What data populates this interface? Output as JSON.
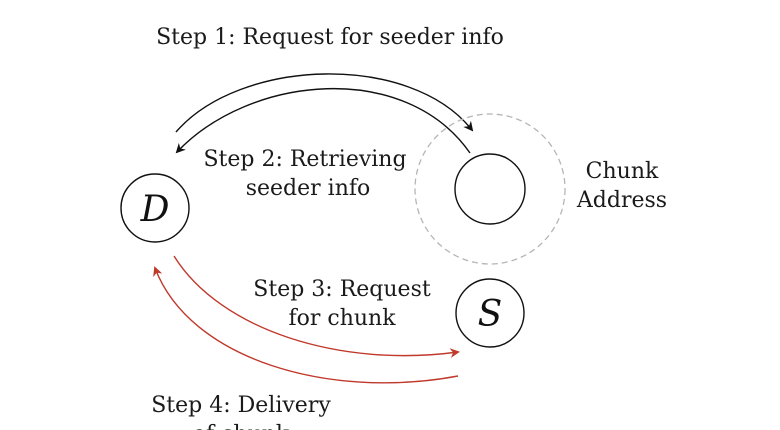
{
  "diagram": {
    "nodes": {
      "downloader": {
        "letter": "D"
      },
      "seeder": {
        "letter": "S"
      },
      "chunk": {
        "label_line1": "Chunk",
        "label_line2": "Address"
      }
    },
    "steps": {
      "step1": {
        "line1": "Step 1: Request for seeder info"
      },
      "step2": {
        "line1": "Step 2: Retrieving",
        "line2": "seeder info"
      },
      "step3": {
        "line1": "Step 3: Request",
        "line2": "for chunk"
      },
      "step4": {
        "line1": "Step 4: Delivery",
        "line2": "of chunk"
      }
    },
    "colors": {
      "ink": "#111111",
      "red_arrow": "#c0392b",
      "dashed_ring": "#b5b5b5"
    }
  }
}
